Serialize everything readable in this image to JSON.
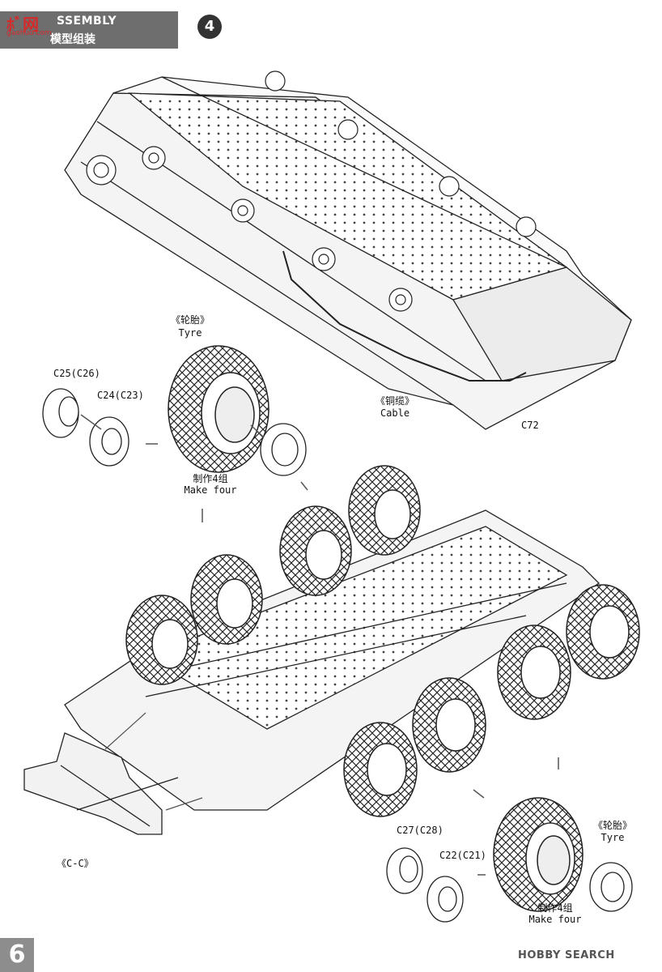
{
  "header": {
    "watermark_a": "ﾎﾞ网",
    "watermark_b": "gaohuo.com",
    "english": "SSEMBLY",
    "chinese": "模型组装",
    "step": "4"
  },
  "step4": {
    "tyre_cn": "《轮胎》",
    "tyre_en": "Tyre",
    "c25": "C25(C26)",
    "c24": "C24(C23)",
    "make_cn": "制作4组",
    "make_en": "Make four",
    "cable_cn": "《铜缆》",
    "cable_en": "Cable",
    "c72": "C72"
  },
  "step5": {
    "cc": "《C-C》",
    "c27": "C27(C28)",
    "c22": "C22(C21)",
    "tyre_cn": "《轮胎》",
    "tyre_en": "Tyre",
    "make_cn": "制作4组",
    "make_en": "Make four"
  },
  "footer": {
    "page": "6",
    "brand": "HOBBY SEARCH"
  }
}
